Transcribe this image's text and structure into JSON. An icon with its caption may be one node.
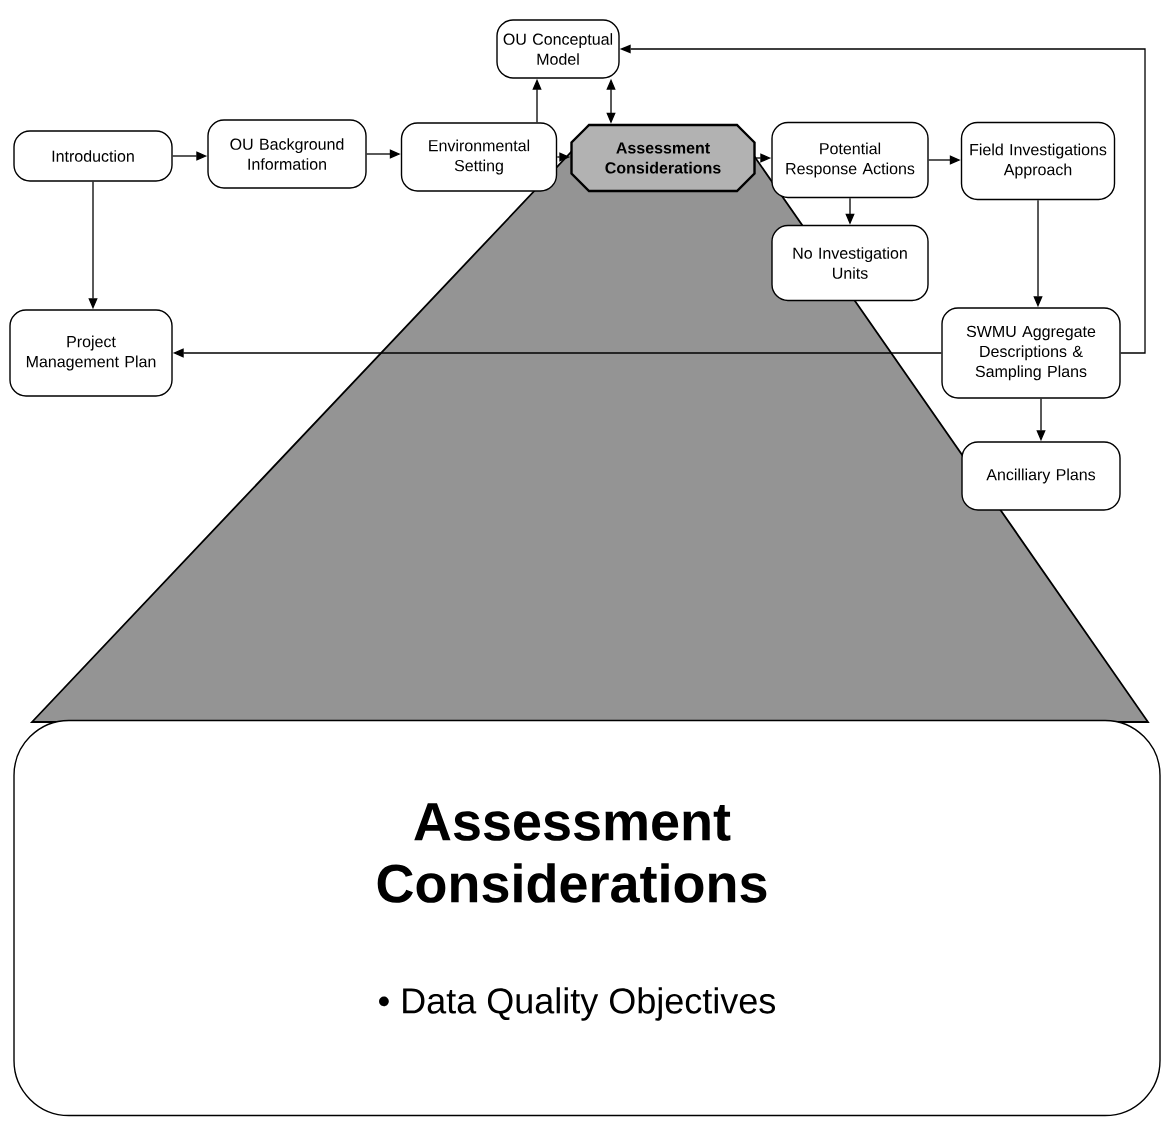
{
  "diagram": {
    "nodes": [
      {
        "text": [
          "OU Conceptual Model"
        ]
      },
      {
        "text": [
          "Introduction"
        ]
      },
      {
        "text": [
          "OU Background Information"
        ]
      },
      {
        "text": [
          "Environmental Setting"
        ]
      },
      {
        "text": [
          "Assessment Considerations"
        ]
      },
      {
        "text": [
          "Potential Response Actions"
        ]
      },
      {
        "text": [
          "Field Investigations Approach"
        ]
      },
      {
        "text": [
          "No Investigation Units"
        ]
      },
      {
        "text": [
          "Project Management Plan"
        ]
      },
      {
        "text": [
          "SWMU Aggregate Descriptions & Sampling Plans"
        ]
      },
      {
        "text": [
          "Ancilliary Plans"
        ]
      },
      {
        "text": [
          "Assessment Considerations",
          "• Data Quality Objectives"
        ]
      }
    ],
    "edges": [
      {
        "from": 1,
        "to": 2,
        "arrow": "to"
      },
      {
        "from": 2,
        "to": 3,
        "arrow": "to"
      },
      {
        "from": 3,
        "to": 4,
        "arrow": "to"
      },
      {
        "from": 3,
        "to": 0,
        "arrow": "to"
      },
      {
        "from": 4,
        "to": 0,
        "arrow": "both"
      },
      {
        "from": 4,
        "to": 5,
        "arrow": "to"
      },
      {
        "from": 5,
        "to": 6,
        "arrow": "to"
      },
      {
        "from": 5,
        "to": 7,
        "arrow": "to"
      },
      {
        "from": 6,
        "to": 9,
        "arrow": "to"
      },
      {
        "from": 9,
        "to": 10,
        "arrow": "to"
      },
      {
        "from": 9,
        "to": 0,
        "arrow": "to"
      },
      {
        "from": 9,
        "to": 8,
        "arrow": "to"
      },
      {
        "from": 1,
        "to": 8,
        "arrow": "to"
      }
    ]
  }
}
